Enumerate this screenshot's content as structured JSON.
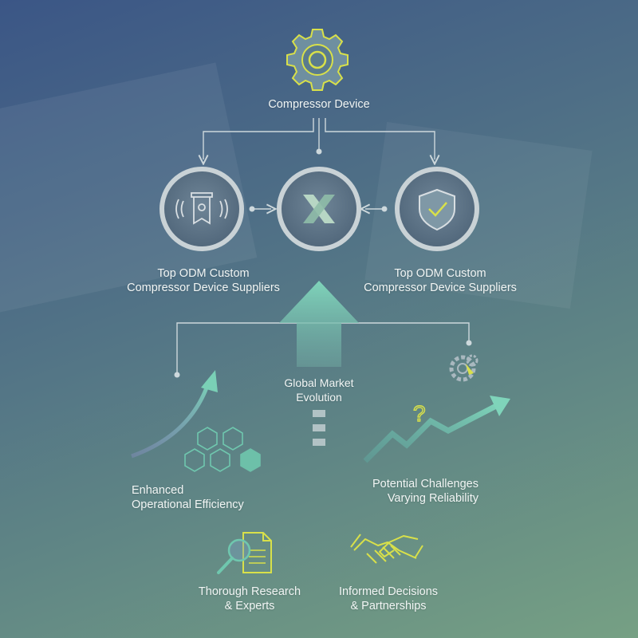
{
  "title": "Compressor Device",
  "suppliers_left": {
    "line1": "Top ODM Custom",
    "line2": "Compressor Device Suppliers"
  },
  "suppliers_right": {
    "line1": "Top ODM Custom",
    "line2": "Compressor Device Suppliers"
  },
  "market": {
    "line1": "Global Market",
    "line2": "Evolution"
  },
  "efficiency": {
    "line1": "Enhanced",
    "line2": "Operational Efficiency"
  },
  "challenges": {
    "line1": "Potential Challenges",
    "line2": "Varying Reliability"
  },
  "research": {
    "line1": "Thorough Research",
    "line2": "& Experts"
  },
  "decisions": {
    "line1": "Informed Decisions",
    "line2": "& Partnerships"
  },
  "icons": {
    "top": "gear-icon",
    "left_circle": "piston-icon",
    "center_circle": "x-logo-icon",
    "right_circle": "shield-check-icon",
    "efficiency": "hexagon-cluster-icon",
    "challenges": "growth-chart-icon",
    "question": "question-mark-icon",
    "gears": "gears-icon",
    "research": "document-search-icon",
    "decisions": "handshake-icon"
  },
  "colors": {
    "accent_yellow": "#d8e04a",
    "accent_teal": "#6fc7ae",
    "connector": "#cdd8dc",
    "ring": "#c9d2d6"
  }
}
